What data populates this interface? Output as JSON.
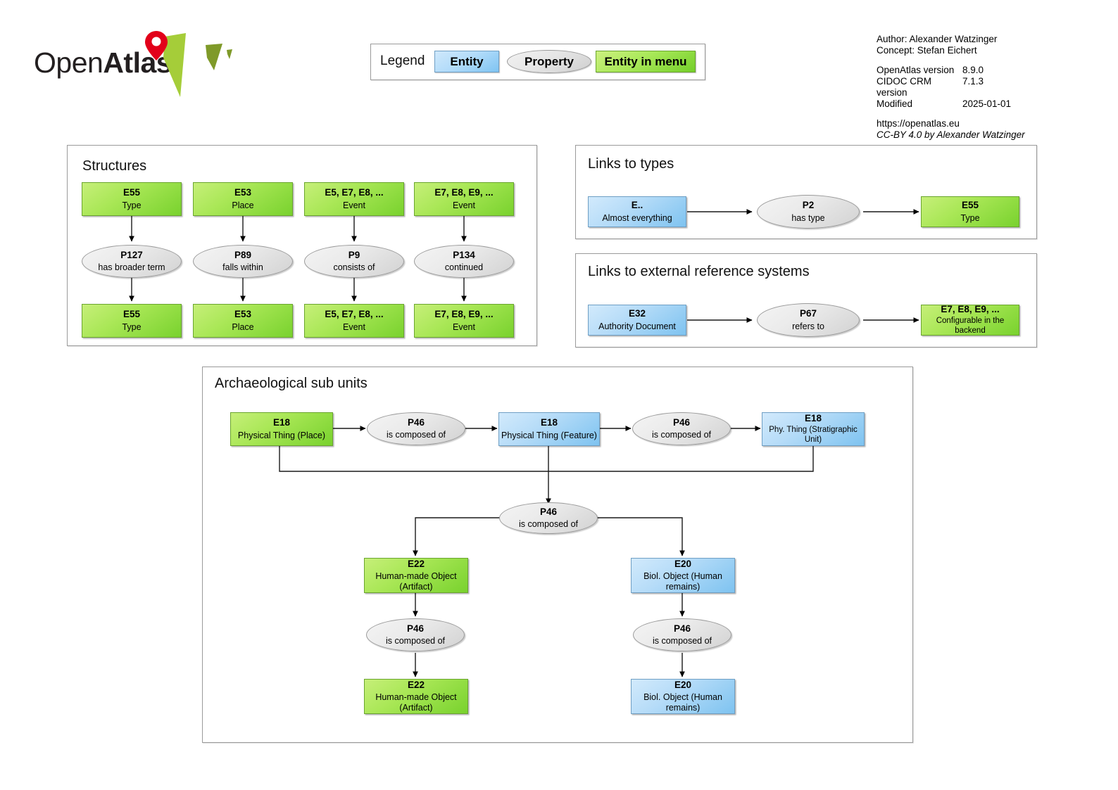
{
  "logo": {
    "text_light": "Open",
    "text_bold": "Atlas",
    "pin_color": "#e2001a",
    "leaf_color": "#a5cd39",
    "leaf_dark": "#7f9a29"
  },
  "legend": {
    "label": "Legend",
    "entity_label": "Entity",
    "property_label": "Property",
    "entity_in_menu_label": "Entity in menu",
    "entity_color": "#b3dcfa",
    "property_color": "#e6e6e6",
    "entity_in_menu_color": "#a8e858"
  },
  "meta": {
    "author": "Author: Alexander Watzinger",
    "concept": "Concept: Stefan Eichert",
    "openatlas_version_label": "OpenAtlas version",
    "openatlas_version_value": "8.9.0",
    "cidoc_version_label": "CIDOC CRM version",
    "cidoc_version_value": "7.1.3",
    "modified_label": "Modified",
    "modified_value": "2025-01-01",
    "url": "https://openatlas.eu",
    "license": "CC-BY 4.0 by Alexander Watzinger"
  },
  "panels": {
    "structures": {
      "title": "Structures"
    },
    "links_to_types": {
      "title": "Links to types"
    },
    "links_to_external": {
      "title": "Links to external reference systems"
    },
    "archaeological": {
      "title": "Archaeological sub units"
    }
  },
  "structures": {
    "columns": [
      {
        "source": {
          "code": "E55",
          "name": "Type",
          "kind": "entity-in-menu"
        },
        "property": {
          "code": "P127",
          "name": "has broader term"
        },
        "target": {
          "code": "E55",
          "name": "Type",
          "kind": "entity-in-menu"
        }
      },
      {
        "source": {
          "code": "E53",
          "name": "Place",
          "kind": "entity-in-menu"
        },
        "property": {
          "code": "P89",
          "name": "falls within"
        },
        "target": {
          "code": "E53",
          "name": "Place",
          "kind": "entity-in-menu"
        }
      },
      {
        "source": {
          "code": "E5, E7, E8, ...",
          "name": "Event",
          "kind": "entity-in-menu"
        },
        "property": {
          "code": "P9",
          "name": "consists of"
        },
        "target": {
          "code": "E5, E7, E8, ...",
          "name": "Event",
          "kind": "entity-in-menu"
        }
      },
      {
        "source": {
          "code": "E7, E8, E9, ...",
          "name": "Event",
          "kind": "entity-in-menu"
        },
        "property": {
          "code": "P134",
          "name": "continued"
        },
        "target": {
          "code": "E7, E8, E9, ...",
          "name": "Event",
          "kind": "entity-in-menu"
        }
      }
    ]
  },
  "links_to_types": {
    "source": {
      "code": "E..",
      "name": "Almost everything",
      "kind": "entity"
    },
    "property": {
      "code": "P2",
      "name": "has type"
    },
    "target": {
      "code": "E55",
      "name": "Type",
      "kind": "entity-in-menu"
    }
  },
  "links_to_external": {
    "source": {
      "code": "E32",
      "name": "Authority Document",
      "kind": "entity"
    },
    "property": {
      "code": "P67",
      "name": "refers to"
    },
    "target": {
      "code": "E7, E8, E9, ...",
      "name": "Configurable in the backend",
      "kind": "entity-in-menu"
    }
  },
  "archaeological": {
    "row": [
      {
        "code": "E18",
        "name": "Physical Thing (Place)",
        "kind": "entity-in-menu"
      },
      {
        "code": "P46",
        "name": "is composed of",
        "kind": "property"
      },
      {
        "code": "E18",
        "name": "Physical Thing (Feature)",
        "kind": "entity"
      },
      {
        "code": "P46",
        "name": "is composed of",
        "kind": "property"
      },
      {
        "code": "E18",
        "name": "Phy. Thing (Stratigraphic Unit)",
        "kind": "entity"
      }
    ],
    "hub": {
      "code": "P46",
      "name": "is composed of",
      "kind": "property"
    },
    "left_branch": [
      {
        "code": "E22",
        "name": "Human-made Object (Artifact)",
        "kind": "entity-in-menu"
      },
      {
        "code": "P46",
        "name": "is composed of",
        "kind": "property"
      },
      {
        "code": "E22",
        "name": "Human-made Object (Artifact)",
        "kind": "entity-in-menu"
      }
    ],
    "right_branch": [
      {
        "code": "E20",
        "name": "Biol. Object (Human remains)",
        "kind": "entity"
      },
      {
        "code": "P46",
        "name": "is composed of",
        "kind": "property"
      },
      {
        "code": "E20",
        "name": "Biol. Object (Human remains)",
        "kind": "entity"
      }
    ]
  }
}
